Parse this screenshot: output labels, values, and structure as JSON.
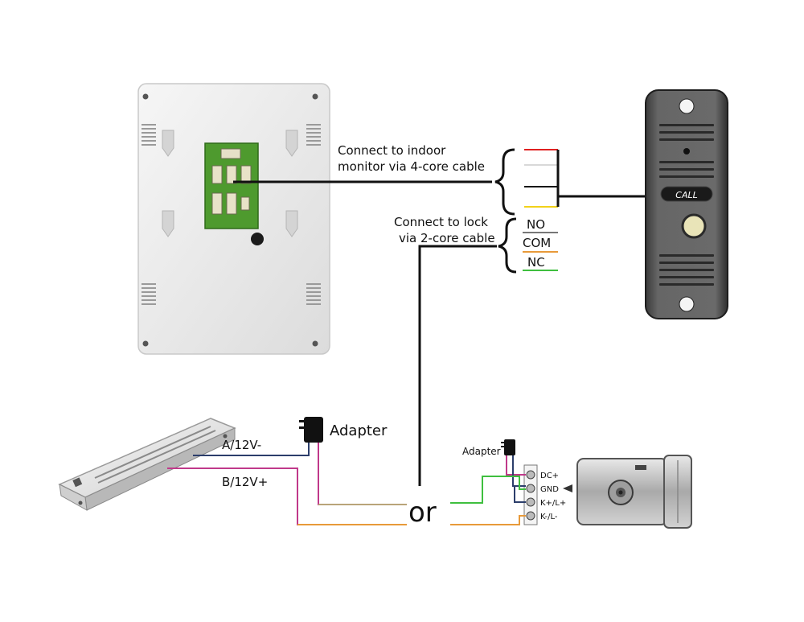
{
  "labels": {
    "monitor_line1": "Connect to indoor",
    "monitor_line2": "monitor via 4-core cable",
    "lock_line1": "Connect to lock",
    "lock_line2": "via 2-core cable",
    "no": "NO",
    "com": "COM",
    "nc": "NC",
    "adapter_left": "Adapter",
    "adapter_right": "Adapter",
    "a_line": "A/12V-",
    "b_line": "B/12V+",
    "or": "or",
    "dc_plus": "DC+",
    "gnd": "GND",
    "k_plus": "K+/L+",
    "k_minus": "K-/L-",
    "call": "CALL"
  },
  "colors": {
    "wire_red": "#e02020",
    "wire_white": "#d8d8d8",
    "wire_black": "#111111",
    "wire_yellow": "#f2d21a",
    "wire_orange": "#e89a3a",
    "wire_green": "#3fbf3f",
    "wire_magenta": "#c0398a",
    "wire_navy": "#2c3e6b",
    "wire_tan": "#b9a47a",
    "pcb_green": "#4e9a2e",
    "panel_gray": "#6f6f6f",
    "monitor_body": "#ececec"
  }
}
